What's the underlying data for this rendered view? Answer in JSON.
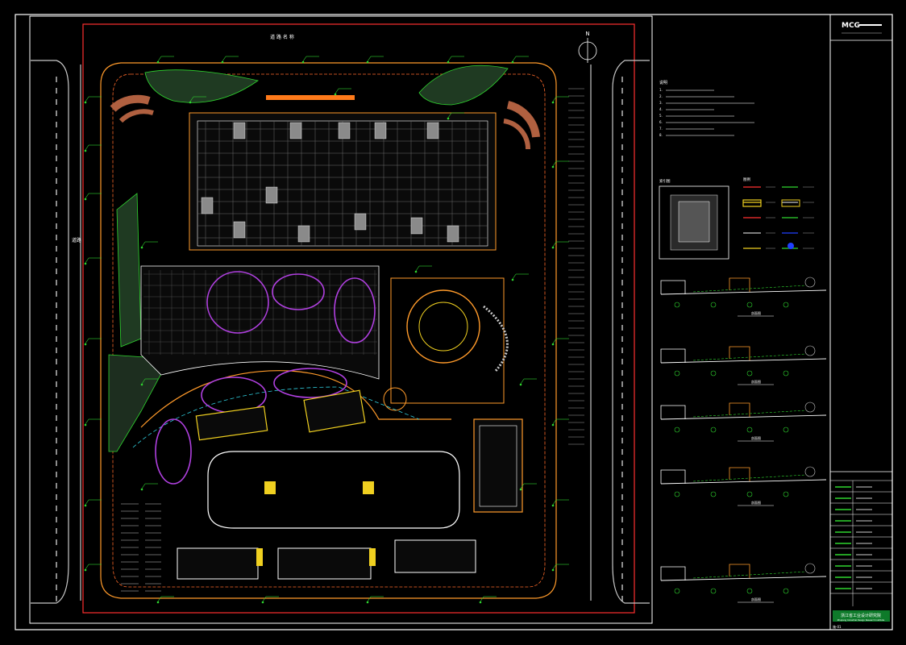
{
  "logo": {
    "mark": "MCG",
    "sub": ""
  },
  "north_arrow": {
    "letter": "N"
  },
  "notes": {
    "heading": "说明",
    "lines": [
      "1.",
      "2.",
      "3.",
      "4.",
      "5.",
      "6.",
      "7.",
      "8."
    ]
  },
  "site": {
    "top_road_label": "道 路 名 称",
    "left_road_label": "道路",
    "center_label": ""
  },
  "legend": {
    "keymap_label": "索引图",
    "legend_label": "图例"
  },
  "sections": [
    {
      "caption": "剖面图"
    },
    {
      "caption": "剖面图"
    },
    {
      "caption": "剖面图"
    },
    {
      "caption": "剖面图"
    },
    {
      "caption": "剖面图"
    }
  ],
  "title_block": {
    "institute": "浙江省工业设计研究院",
    "institute_en": "Zhejiang Industrial Design Research Institute",
    "drawing_no": "施-01",
    "rows": [
      "",
      "",
      "",
      "",
      "",
      "",
      "",
      "",
      "",
      ""
    ]
  },
  "colors": {
    "background": "#000000",
    "frame": "#ffffff",
    "road": "#c8c8c8",
    "boundary_red": "#ff3030",
    "building": "#b0b0b0",
    "grid": "#6a6a6a",
    "green": "#2fd62f",
    "orange": "#ff9a2a",
    "yellow": "#f0d020",
    "purple": "#b040e0",
    "cyan": "#30d0e0",
    "brown": "#b06040",
    "title_green": "#0e7a2a"
  }
}
